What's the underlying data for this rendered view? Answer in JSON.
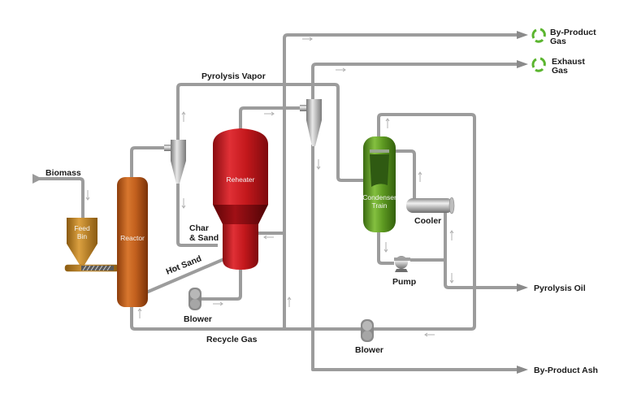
{
  "diagram": {
    "title": "Fast Pyrolysis Process",
    "equipment": {
      "feed_bin": {
        "line1": "Feed",
        "line2": "Bin",
        "color": "#c8881e"
      },
      "reactor": {
        "label": "Reactor",
        "color": "#c2601e"
      },
      "reheater": {
        "label": "Reheater",
        "color": "#c4181c"
      },
      "condenser": {
        "line1": "Condenser",
        "line2": "Train",
        "color": "#5e9a22"
      },
      "cooler": {
        "label": "Cooler"
      },
      "pump": {
        "label": "Pump"
      },
      "blower_1": {
        "label": "Blower"
      },
      "blower_2": {
        "label": "Blower"
      }
    },
    "streams": {
      "biomass": "Biomass",
      "pyrolysis_vapor": "Pyrolysis Vapor",
      "char_sand_line1": "Char",
      "char_sand_line2": "& Sand",
      "hot_sand": "Hot Sand",
      "recycle_gas": "Recycle Gas"
    },
    "outputs": {
      "byproduct_gas": {
        "line1": "By-Product",
        "line2": "Gas",
        "icon": "recycle-icon"
      },
      "exhaust_gas": {
        "line1": "Exhaust",
        "line2": "Gas",
        "icon": "recycle-icon"
      },
      "pyrolysis_oil": {
        "label": "Pyrolysis Oil"
      },
      "byproduct_ash": {
        "label": "By-Product Ash"
      }
    },
    "colors": {
      "pipe": "#9c9c9c",
      "recycle_green": "#5bb52f"
    }
  }
}
